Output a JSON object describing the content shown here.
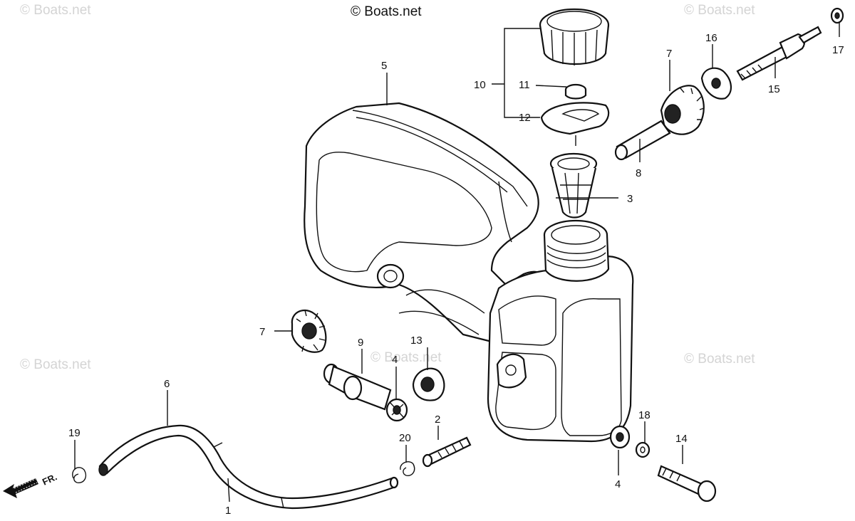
{
  "watermarks": {
    "top_center": "© Boats.net",
    "top_left": "© Boats.net",
    "top_right": "© Boats.net",
    "mid_left": "© Boats.net",
    "mid_center": "© Boats.net",
    "mid_right": "© Boats.net"
  },
  "direction_label": "FR.",
  "callouts": {
    "c1": "1",
    "c2": "2",
    "c3": "3",
    "c4a": "4",
    "c4b": "4",
    "c5": "5",
    "c6": "6",
    "c7a": "7",
    "c7b": "7",
    "c8": "8",
    "c9": "9",
    "c10": "10",
    "c11": "11",
    "c12": "12",
    "c13": "13",
    "c14": "14",
    "c15": "15",
    "c16": "16",
    "c17": "17",
    "c18": "18",
    "c19": "19",
    "c20": "20"
  },
  "parts": [
    {
      "id": "fuel-tank",
      "icon": "fuel-tank-icon"
    },
    {
      "id": "fuel-filler-cap",
      "icon": "filler-cap-icon"
    },
    {
      "id": "fuel-strainer",
      "icon": "strainer-icon"
    },
    {
      "id": "fuel-tube",
      "icon": "fuel-tube-icon"
    }
  ]
}
